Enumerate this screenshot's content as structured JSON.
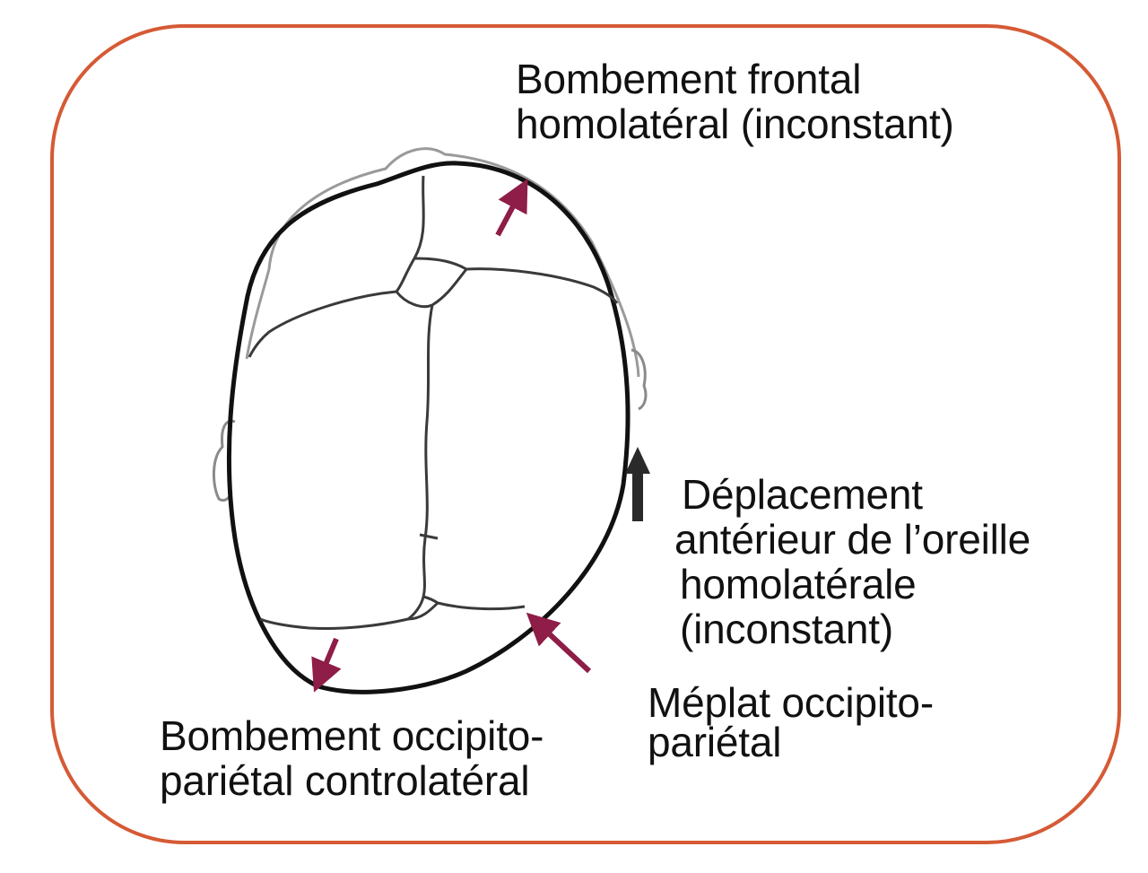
{
  "colors": {
    "frame": "#d55a35",
    "arrow_accent": "#8e1d47",
    "arrow_dark": "#2a2a2a",
    "outline": "#111111",
    "sutures": "#3a3a3a",
    "ghost_outline": "#9a9a9a"
  },
  "labels": {
    "frontal_bulge": {
      "line1": "Bombement frontal",
      "line2": "homolatéral (inconstant)"
    },
    "ear_displacement": {
      "line1": "Déplacement",
      "line2": "antérieur de l’oreille",
      "line3": "homolatérale",
      "line4": "(inconstant)"
    },
    "occipito_parietal_bulge": {
      "line1": "Bombement occipito-",
      "line2": "pariétal controlatéral"
    },
    "occipito_parietal_flat": {
      "line1": "Méplat occipito-",
      "line2": "pariétal"
    }
  }
}
